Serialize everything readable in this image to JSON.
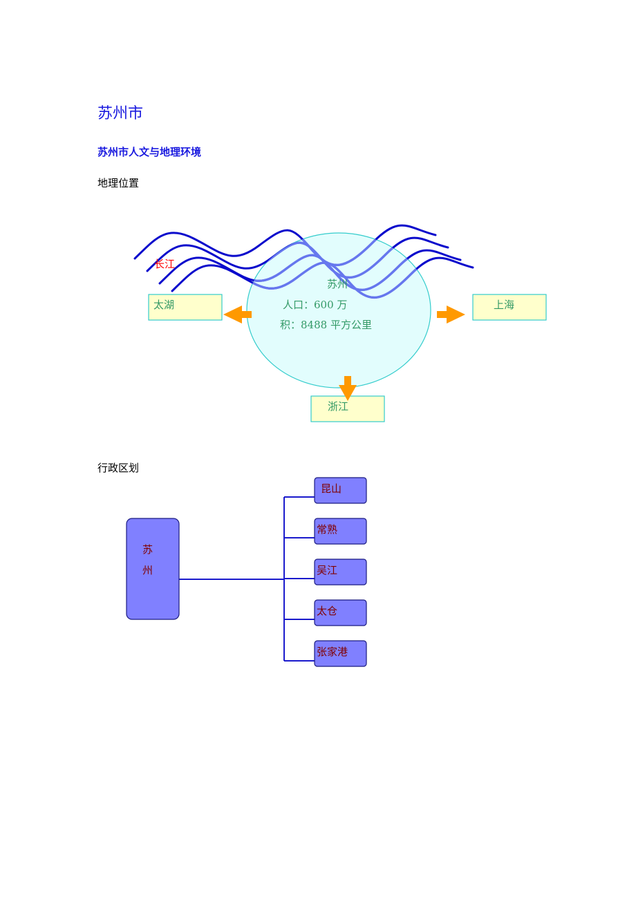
{
  "document": {
    "title": "苏州市",
    "subtitle": "苏州市人文与地理环境",
    "section_geo": "地理位置",
    "section_admin": "行政区划"
  },
  "geo_diagram": {
    "river_label": "长江",
    "center_name": "苏州",
    "population": "人口：600 万",
    "area": "积：8488 平方公里",
    "west": "太湖",
    "east": "上海",
    "south": "浙江",
    "colors": {
      "ellipse_fill": "#e2fdfd",
      "ellipse_stroke": "#33cccc",
      "box_fill": "#ffffcc",
      "box_stroke": "#33cccc",
      "arrow": "#ff9900",
      "river_dark": "#0a0acc",
      "river_light": "#6677ee",
      "text_green": "#339966",
      "river_label_color": "#ff0000"
    }
  },
  "admin_diagram": {
    "root": [
      "苏",
      "州"
    ],
    "children": [
      "昆山",
      "常熟",
      "吴江",
      "太仓",
      "张家港"
    ],
    "colors": {
      "box_fill": "#8080ff",
      "box_stroke": "#1a1a80",
      "line": "#1a1acc",
      "child_text": "#800000",
      "root_text": "#800000"
    }
  }
}
